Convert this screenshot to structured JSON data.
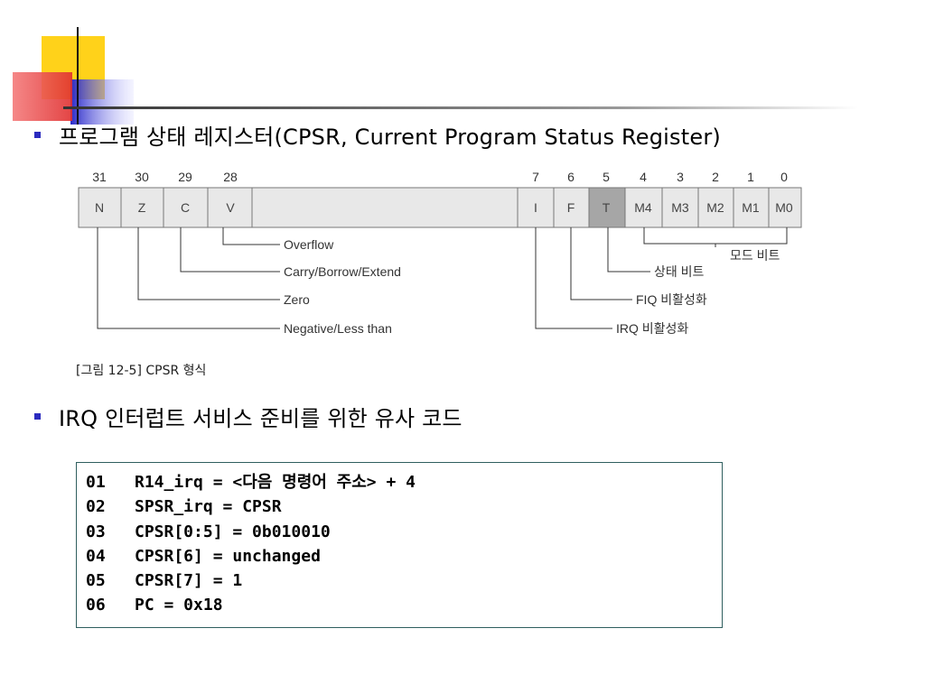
{
  "slide": {
    "heading1": "프로그램 상태 레지스터(CPSR, Current Program Status Register)",
    "heading2": "IRQ 인터럽트 서비스 준비를 위한 유사 코드",
    "accent_colors": {
      "bullet": "#2b2bbf",
      "deco_yellow": "#ffd21a",
      "deco_red": "#f05050",
      "deco_blue": "#3a3ad0",
      "code_border": "#2f5f5f"
    }
  },
  "figure": {
    "bit_numbers": [
      "31",
      "30",
      "29",
      "28",
      "7",
      "6",
      "5",
      "4",
      "3",
      "2",
      "1",
      "0"
    ],
    "cells": [
      "N",
      "Z",
      "C",
      "V",
      "I",
      "F",
      "T",
      "M4",
      "M3",
      "M2",
      "M1",
      "M0"
    ],
    "labels": {
      "overflow": "Overflow",
      "carry": "Carry/Borrow/Extend",
      "zero": "Zero",
      "negative": "Negative/Less than",
      "mode": "모드 비트",
      "state": "상태 비트",
      "fiq": "FIQ 비활성화",
      "irq": "IRQ 비활성화"
    },
    "caption": "[그림 12-5] CPSR 형식"
  },
  "code": {
    "lines": [
      {
        "num": "01",
        "text": "R14_irq = <다음 명령어 주소> + 4"
      },
      {
        "num": "02",
        "text": "SPSR_irq = CPSR"
      },
      {
        "num": "03",
        "text": "CPSR[0:5] = 0b010010"
      },
      {
        "num": "04",
        "text": "CPSR[6] = unchanged"
      },
      {
        "num": "05",
        "text": "CPSR[7] = 1"
      },
      {
        "num": "06",
        "text": "PC = 0x18"
      }
    ]
  }
}
